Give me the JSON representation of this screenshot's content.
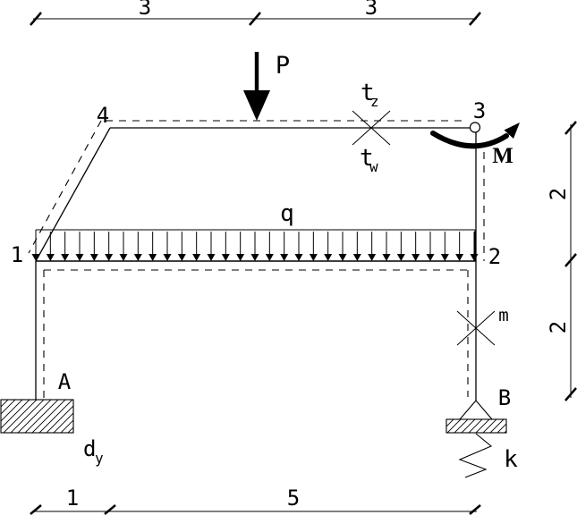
{
  "dimensions": {
    "top": [
      "3",
      "3"
    ],
    "bottom": [
      "1",
      "5"
    ],
    "right": [
      "2",
      "2"
    ]
  },
  "nodes": {
    "n1": "1",
    "n2": "2",
    "n3": "3",
    "n4": "4"
  },
  "loads": {
    "point": "P",
    "distributed": "q",
    "moment": "M"
  },
  "releases": {
    "tz_base": "t",
    "tz_sub": "z",
    "tw_base": "t",
    "tw_sub": "w",
    "m": "m"
  },
  "supports": {
    "a": "A",
    "b": "B",
    "spring": "k",
    "dy_base": "d",
    "dy_sub": "y"
  },
  "colors": {
    "ink": "#000000",
    "background": "#ffffff"
  }
}
